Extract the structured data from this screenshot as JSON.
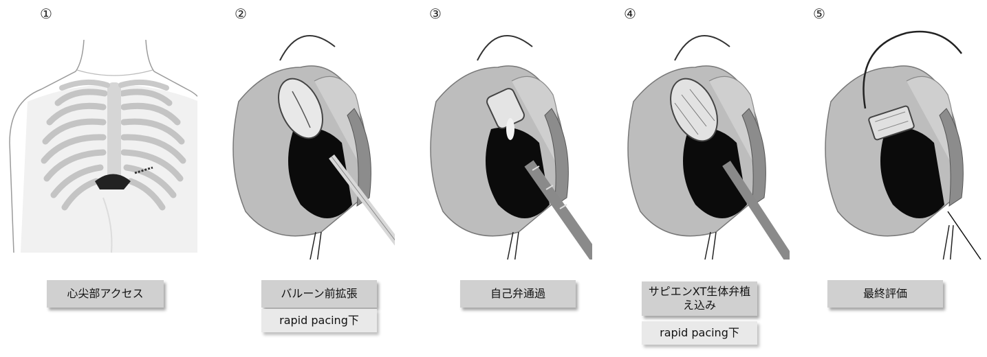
{
  "steps": [
    {
      "number": "①",
      "label": "心尖部アクセス",
      "sublabel": ""
    },
    {
      "number": "②",
      "label": "バルーン前拡張",
      "sublabel": "rapid pacing下"
    },
    {
      "number": "③",
      "label": "自己弁通過",
      "sublabel": ""
    },
    {
      "number": "④",
      "label": "サピエンXT生体弁植え込み",
      "sublabel": "rapid pacing下"
    },
    {
      "number": "⑤",
      "label": "最終評価",
      "sublabel": ""
    }
  ],
  "illustrations": [
    "chest-ribcage-illustration",
    "heart-balloon-illustration",
    "heart-valve-crossing-illustration",
    "heart-valve-implant-illustration",
    "heart-final-assessment-illustration"
  ],
  "colors": {
    "label_bg": "#d0d0d0",
    "sublabel_bg": "#e9e9e9",
    "heart_chamber": "#0b0b0b",
    "tissue": "#8c8c8c"
  }
}
